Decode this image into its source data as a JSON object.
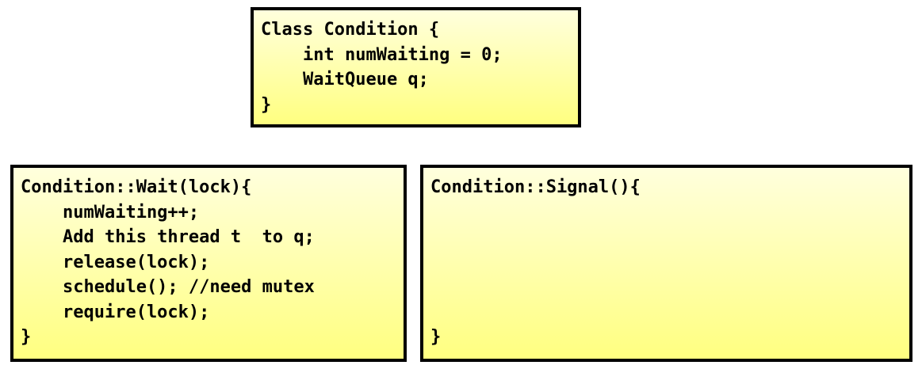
{
  "slide": {
    "background_color": "#ffffff",
    "box_border_color": "#000000",
    "box_gradient_top": "#ffffdd",
    "box_gradient_bottom": "#ffff80",
    "text_color": "#000000"
  },
  "boxes": {
    "class_definition": {
      "title": "Class Condition",
      "language": "cpp",
      "code": "Class Condition {\n    int numWaiting = 0;\n    WaitQueue q;\n}",
      "lines": [
        "Class Condition {",
        "    int numWaiting = 0;",
        "    WaitQueue q;",
        "}"
      ]
    },
    "wait_method": {
      "title": "Condition::Wait",
      "language": "cpp",
      "code": "Condition::Wait(lock){\n    numWaiting++;\n    Add this thread t  to q;\n    release(lock);\n    schedule(); //need mutex\n    require(lock);\n}",
      "lines": [
        "Condition::Wait(lock){",
        "    numWaiting++;",
        "    Add this thread t  to q;",
        "    release(lock);",
        "    schedule(); //need mutex",
        "    require(lock);",
        "}"
      ]
    },
    "signal_method": {
      "title": "Condition::Signal",
      "language": "cpp",
      "code": "Condition::Signal(){\n\n\n\n\n\n}",
      "lines": [
        "Condition::Signal(){",
        "",
        "",
        "",
        "",
        "",
        "}"
      ]
    }
  }
}
